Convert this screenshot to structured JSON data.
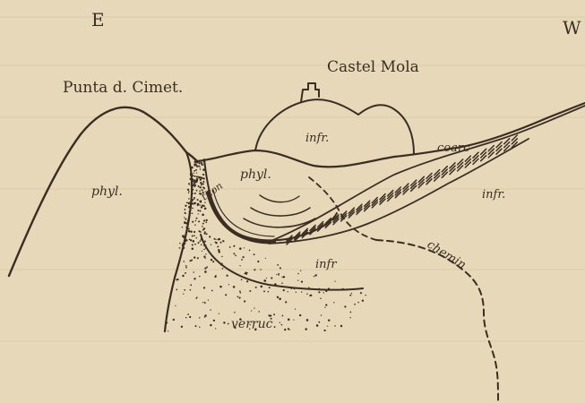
{
  "orientation": {
    "east": "E",
    "west": "W"
  },
  "labels": {
    "castel_mola": "Castel Mola",
    "punta_cimet": "Punta d. Cimet.",
    "phyl_left": "phyl.",
    "phyl_center": "phyl.",
    "infr_castle": "infr.",
    "infr_right": "infr.",
    "infr_lower": "infr",
    "coarc": "coarc",
    "titon": "titon",
    "chemin": "chemin",
    "verruc": "verruc."
  },
  "colors": {
    "paper": "#e7d8b9",
    "ink": "#3a2e22"
  }
}
